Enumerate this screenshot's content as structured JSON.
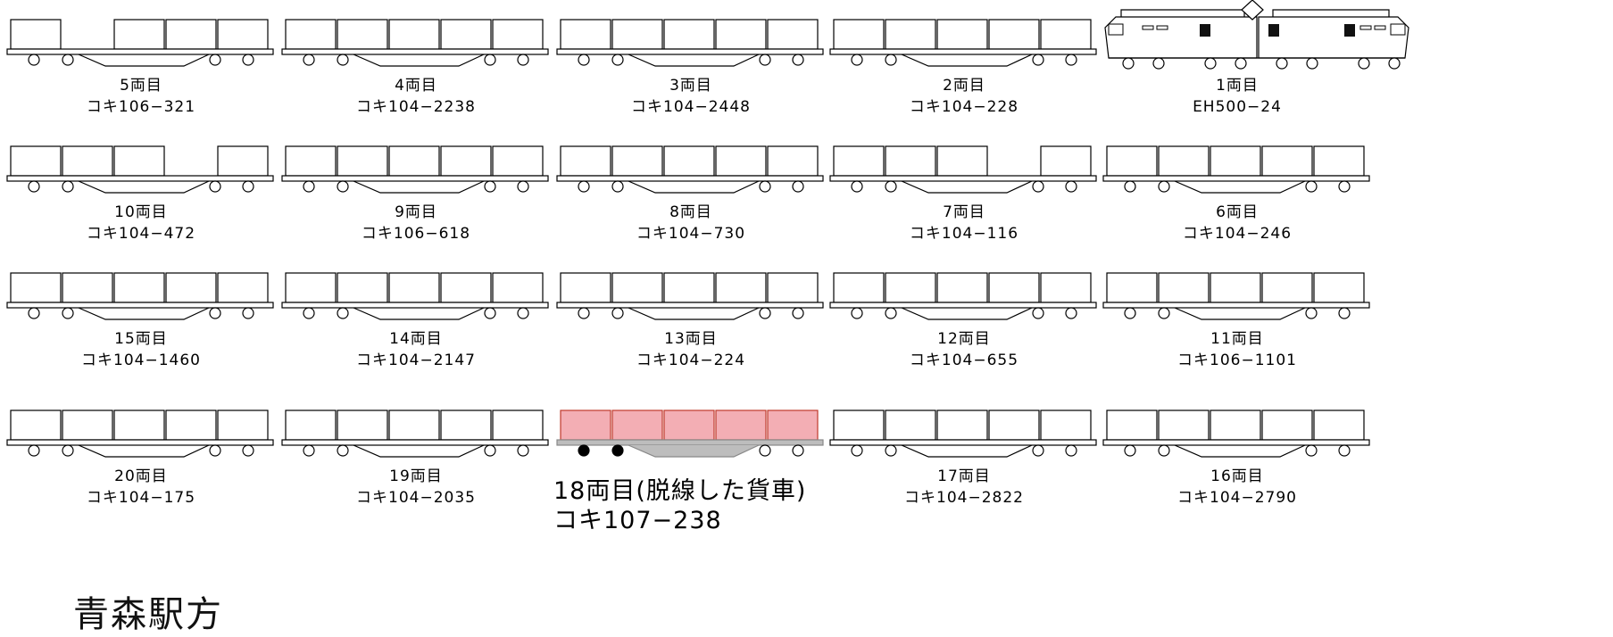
{
  "derailed_color": "#f3aeb4",
  "derailed_frame_color": "#bdbdbd",
  "rows": [
    [
      {
        "id": "car5",
        "label": "5両目",
        "number": "コキ106−321",
        "type": "wagon",
        "gaps": [
          1
        ]
      },
      {
        "id": "car4",
        "label": "4両目",
        "number": "コキ104−2238",
        "type": "wagon",
        "gaps": []
      },
      {
        "id": "car3",
        "label": "3両目",
        "number": "コキ104−2448",
        "type": "wagon",
        "gaps": []
      },
      {
        "id": "car2",
        "label": "2両目",
        "number": "コキ104−228",
        "type": "wagon",
        "gaps": []
      },
      {
        "id": "car1",
        "label": "1両目",
        "number": "EH500−24",
        "type": "locomotive",
        "gaps": []
      }
    ],
    [
      {
        "id": "car10",
        "label": "10両目",
        "number": "コキ104−472",
        "type": "wagon",
        "gaps": [
          3
        ]
      },
      {
        "id": "car9",
        "label": "9両目",
        "number": "コキ106−618",
        "type": "wagon",
        "gaps": []
      },
      {
        "id": "car8",
        "label": "8両目",
        "number": "コキ104−730",
        "type": "wagon",
        "gaps": []
      },
      {
        "id": "car7",
        "label": "7両目",
        "number": "コキ104−116",
        "type": "wagon",
        "gaps": [
          3
        ]
      },
      {
        "id": "car6",
        "label": "6両目",
        "number": "コキ104−246",
        "type": "wagon",
        "gaps": []
      }
    ],
    [
      {
        "id": "car15",
        "label": "15両目",
        "number": "コキ104−1460",
        "type": "wagon",
        "gaps": []
      },
      {
        "id": "car14",
        "label": "14両目",
        "number": "コキ104−2147",
        "type": "wagon",
        "gaps": []
      },
      {
        "id": "car13",
        "label": "13両目",
        "number": "コキ104−224",
        "type": "wagon",
        "gaps": []
      },
      {
        "id": "car12",
        "label": "12両目",
        "number": "コキ104−655",
        "type": "wagon",
        "gaps": []
      },
      {
        "id": "car11",
        "label": "11両目",
        "number": "コキ106−1101",
        "type": "wagon",
        "gaps": []
      }
    ],
    [
      {
        "id": "car20",
        "label": "20両目",
        "number": "コキ104−175",
        "type": "wagon",
        "gaps": []
      },
      {
        "id": "car19",
        "label": "19両目",
        "number": "コキ104−2035",
        "type": "wagon",
        "gaps": []
      },
      {
        "id": "car18",
        "label": "18両目(脱線した貨車)",
        "number": "コキ107−238",
        "type": "wagon",
        "gaps": [],
        "derailed": true
      },
      {
        "id": "car17",
        "label": "17両目",
        "number": "コキ104−2822",
        "type": "wagon",
        "gaps": []
      },
      {
        "id": "car16",
        "label": "16両目",
        "number": "コキ104−2790",
        "type": "wagon",
        "gaps": []
      }
    ]
  ],
  "bottom_text": "青森駅方"
}
